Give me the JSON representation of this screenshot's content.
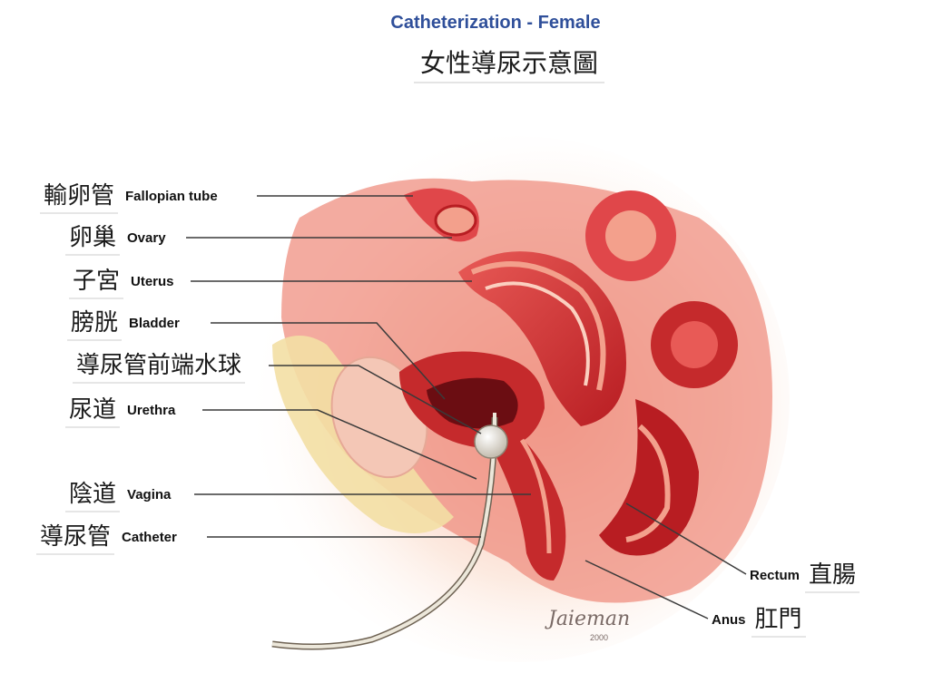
{
  "title": {
    "en": "Catheterization - Female",
    "zh": "女性導尿示意圖"
  },
  "labels": {
    "fallopian_tube": {
      "zh": "輸卵管",
      "en": "Fallopian tube"
    },
    "ovary": {
      "zh": "卵巢",
      "en": "Ovary"
    },
    "uterus": {
      "zh": "子宮",
      "en": "Uterus"
    },
    "bladder": {
      "zh": "膀胱",
      "en": "Bladder"
    },
    "catheter_balloon": {
      "zh": "導尿管前端水球",
      "en": ""
    },
    "urethra": {
      "zh": "尿道",
      "en": "Urethra"
    },
    "vagina": {
      "zh": "陰道",
      "en": "Vagina"
    },
    "catheter": {
      "zh": "導尿管",
      "en": "Catheter"
    },
    "rectum": {
      "zh": "直腸",
      "en": "Rectum"
    },
    "anus": {
      "zh": "肛門",
      "en": "Anus"
    }
  },
  "signature": {
    "name": "Jaieman",
    "year": "2000"
  },
  "colors": {
    "title_blue": "#2f4f9a",
    "tissue_dark": "#b81d22",
    "tissue_mid": "#e0474a",
    "tissue_light": "#f3a08c",
    "tissue_pale": "#fbe1d3",
    "fat_yellow": "#f3dfa4",
    "catheter": "#ece7da"
  }
}
